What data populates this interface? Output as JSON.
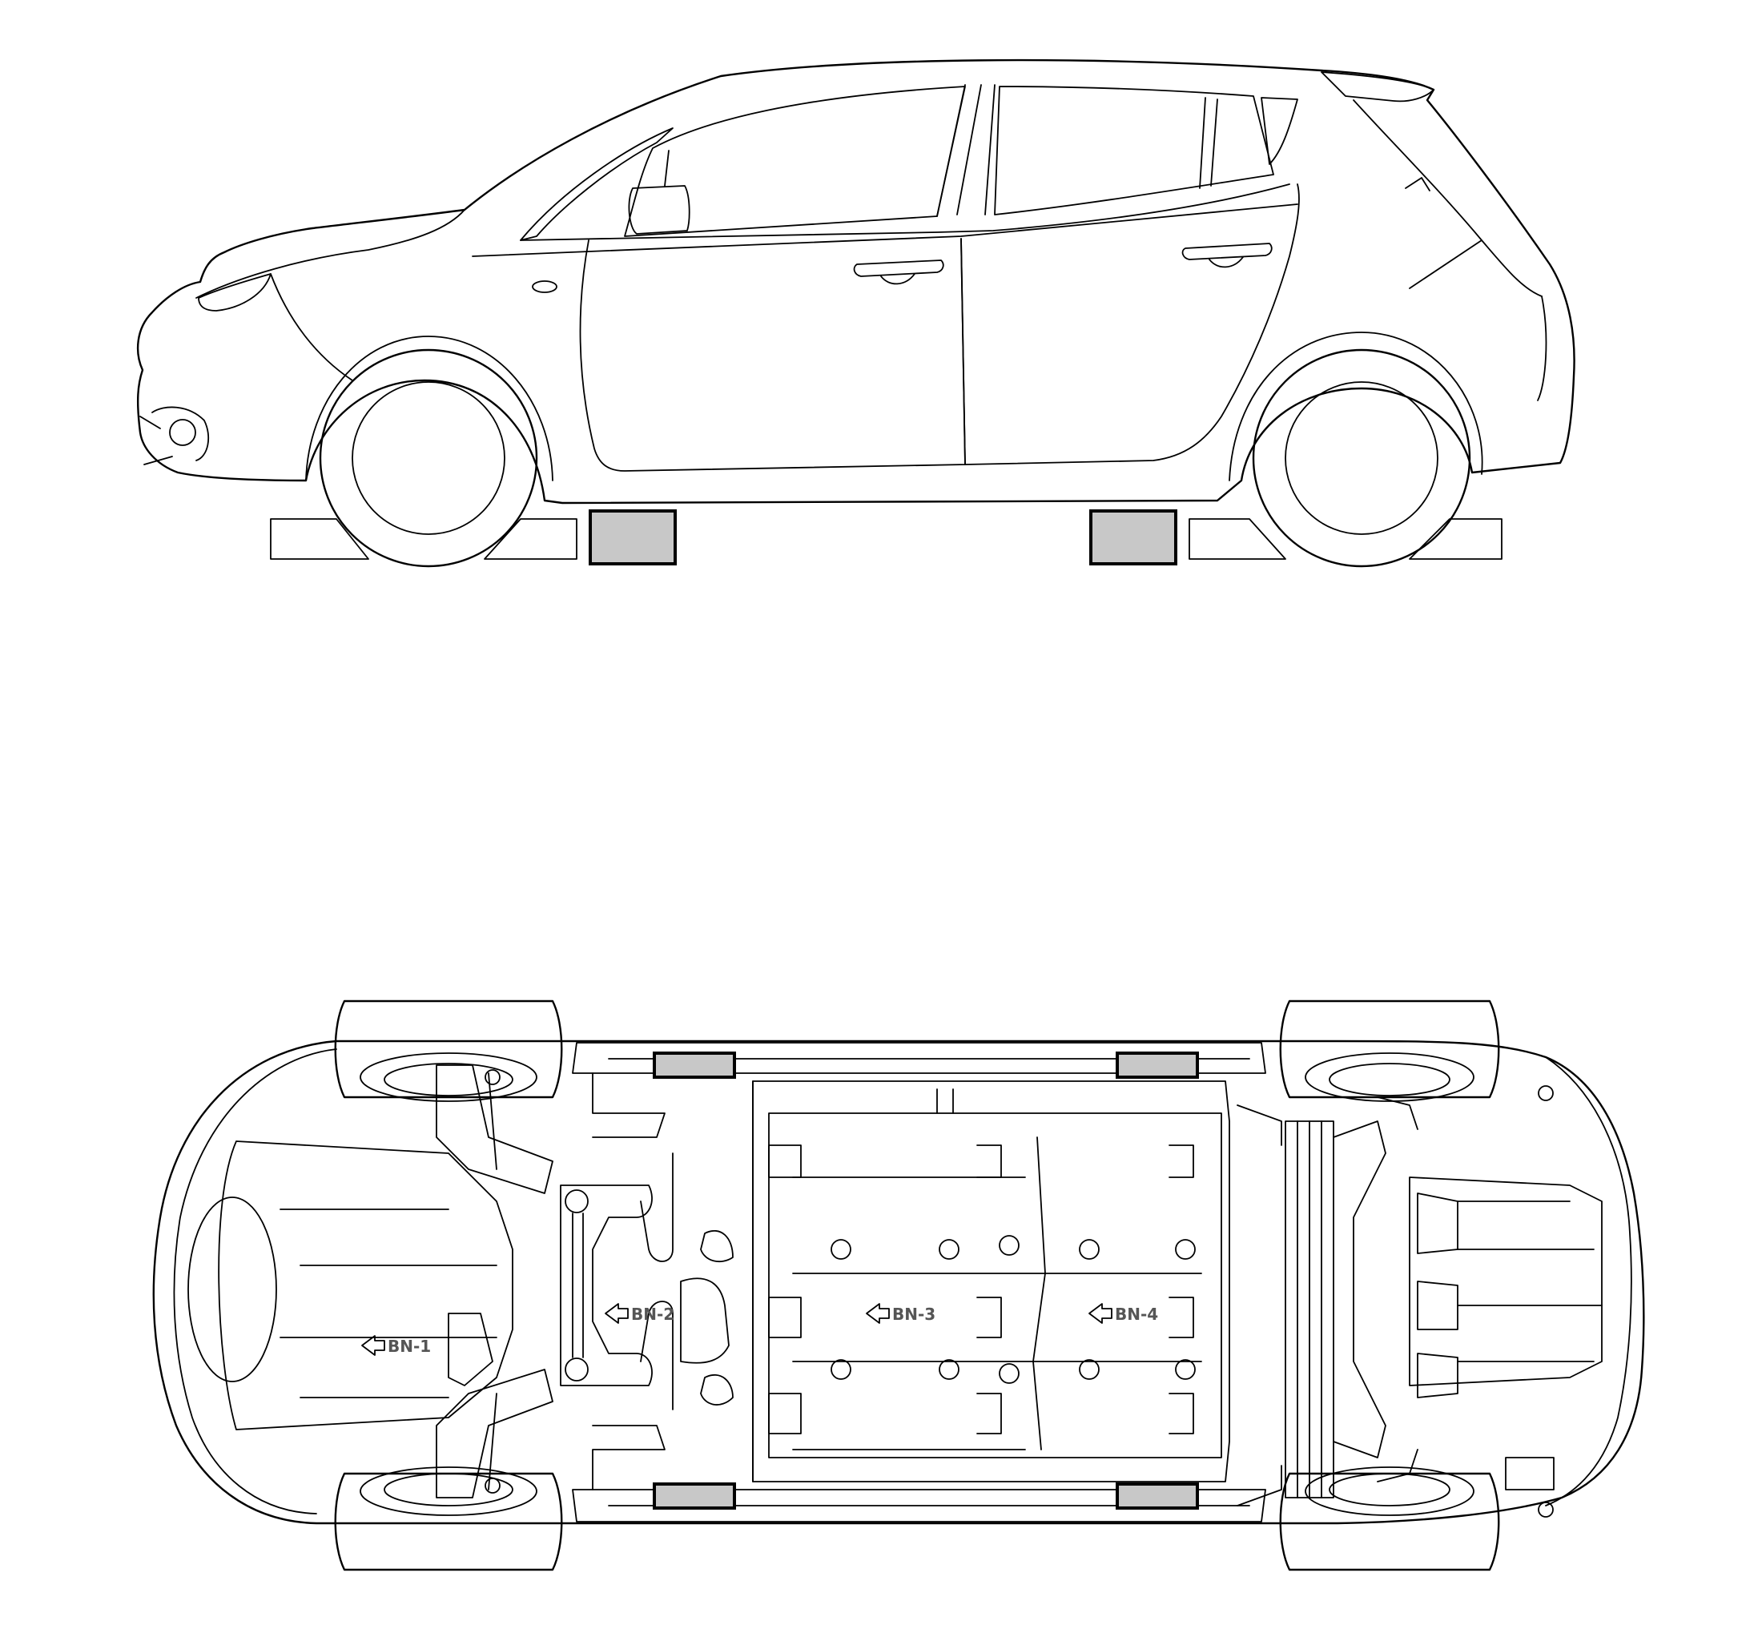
{
  "colors": {
    "lift_pad_fill": "#c8c8c8",
    "line": "#000000",
    "background": "#ffffff"
  },
  "underbody": {
    "arrow_labels": [
      {
        "text": "BN-1"
      },
      {
        "text": "BN-2"
      },
      {
        "text": "BN-3"
      },
      {
        "text": "BN-4"
      }
    ]
  }
}
